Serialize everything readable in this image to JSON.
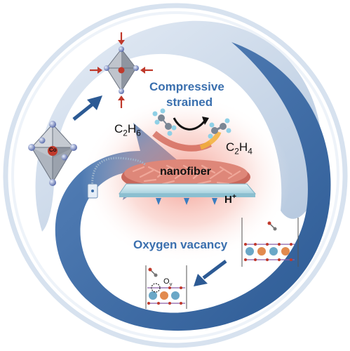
{
  "labels": {
    "compressive_line1": "Compressive",
    "compressive_line2": "strained",
    "ethane": {
      "base": "C",
      "sub1": "2",
      "mid": "H",
      "sub2": "6"
    },
    "ethylene": {
      "base": "C",
      "sub1": "2",
      "mid": "H",
      "sub2": "4"
    },
    "nanofiber": "nanofiber",
    "proton": {
      "base": "H",
      "sup": "+"
    },
    "oxygen_vacancy": "Oxygen vacancy",
    "vacancy_symbol": {
      "base": "O",
      "sub": "v"
    },
    "cobalt": "Co"
  },
  "icons": [
    "large-octahedron-icon",
    "compressed-octahedron-icon",
    "compression-arrow-icon",
    "reaction-arrow-icon",
    "ethane-molecule-icon",
    "ethylene-molecule-icon",
    "crystal-lattice-icon",
    "electrode-wire-icon"
  ],
  "colors": {
    "swirl_dark": "#3a6ca8",
    "swirl_light": "#c3d3e6",
    "arrow_red": "#c0392b",
    "fiber": "#d97a6e",
    "glow": "#f08070",
    "label_blue": "#3a6fae"
  }
}
